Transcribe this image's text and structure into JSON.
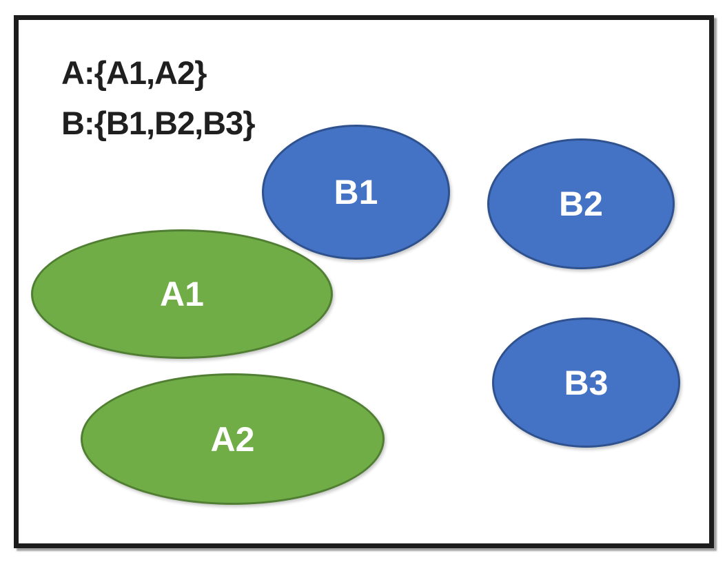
{
  "legend": {
    "line1": "A:{A1,A2}",
    "line2": "B:{B1,B2,B3}"
  },
  "sets": {
    "A": {
      "name": "A",
      "members": [
        "A1",
        "A2"
      ],
      "fill": "#70AD47",
      "stroke": "#507E32"
    },
    "B": {
      "name": "B",
      "members": [
        "B1",
        "B2",
        "B3"
      ],
      "fill": "#4472C4",
      "stroke": "#2F528F"
    }
  },
  "ellipses": [
    {
      "label": "A1",
      "set": "A"
    },
    {
      "label": "A2",
      "set": "A"
    },
    {
      "label": "B1",
      "set": "B"
    },
    {
      "label": "B2",
      "set": "B"
    },
    {
      "label": "B3",
      "set": "B"
    }
  ],
  "colors": {
    "background": "#ffffff",
    "frame_border": "#1c1c1c",
    "legend_text": "#1f1f1f",
    "label_text": "#ffffff"
  }
}
